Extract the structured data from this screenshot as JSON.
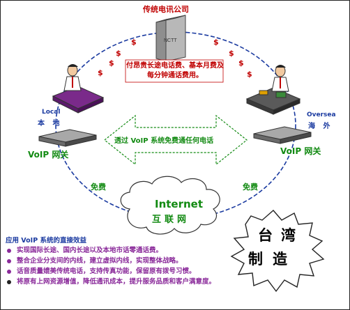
{
  "company": "传统电讯公司",
  "exchange_label": "NCTT",
  "fee_note": "付昂贵长途电话费、基本月费及每分钟通话费用。",
  "dollar_sign": "$",
  "local": {
    "en": "Local",
    "zh": "本 地"
  },
  "overseas": {
    "en": "Oversea",
    "zh": "海 外"
  },
  "gateway_label": "VoIP 网关",
  "arrow_text": "透过 VoIP 系统免费通任何电话",
  "free_label": "免费",
  "internet": {
    "en": "Internet",
    "zh": "互联网"
  },
  "benefits": {
    "title": "应用 VoIP 系统的直接效益",
    "items": [
      "实现国际长途、国内长途以及本地市话零通话费。",
      "整合企业分支间的内线，建立虚拟内线，实现整体战略。",
      "话音质量媲美传统电话，支持传真功能，保留原有拨号习惯。",
      "将原有上网资源增值，降低通讯成本，提升服务品质和客户满意度。"
    ]
  },
  "stamp": {
    "line1": "台湾",
    "line2": "制造"
  },
  "colors": {
    "red": "#c00000",
    "green": "#128a12",
    "blue": "#1a3aa0",
    "purple": "#8a2a9a",
    "desk_left": "#7a2a8a",
    "desk_right": "#4a4a4a"
  }
}
